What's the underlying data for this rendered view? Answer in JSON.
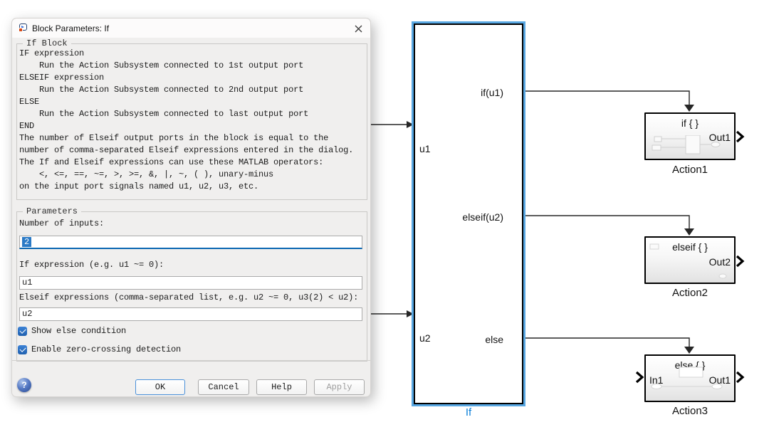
{
  "dialog": {
    "title": "Block Parameters: If",
    "if_block_group": {
      "legend": "If Block",
      "description_lines": [
        "IF expression",
        "    Run the Action Subsystem connected to 1st output port",
        "ELSEIF expression",
        "    Run the Action Subsystem connected to 2nd output port",
        "ELSE",
        "    Run the Action Subsystem connected to last output port",
        "END",
        "The number of Elseif output ports in the block is equal to the",
        "number of comma-separated Elseif expressions entered in the dialog.",
        "The If and Elseif expressions can use these MATLAB operators:",
        "    <, <=, ==, ~=, >, >=, &, |, ~, ( ), unary-minus",
        "on the input port signals named u1, u2, u3, etc."
      ]
    },
    "parameters_group": {
      "legend": "Parameters",
      "fields": [
        {
          "label": "Number of inputs:",
          "value": "2"
        },
        {
          "label": "If expression (e.g. u1 ~= 0):",
          "value": "u1"
        },
        {
          "label": "Elseif expressions (comma-separated list, e.g. u2 ~= 0, u3(2) < u2):",
          "value": "u2"
        }
      ],
      "checkboxes": [
        {
          "label": "Show else condition",
          "checked": true
        },
        {
          "label": "Enable zero-crossing detection",
          "checked": true
        }
      ]
    },
    "footer": {
      "help_icon_glyph": "?",
      "buttons": [
        {
          "label": "OK"
        },
        {
          "label": "Cancel"
        },
        {
          "label": "Help"
        },
        {
          "label": "Apply",
          "disabled": true
        }
      ]
    }
  },
  "diagram": {
    "if_block": {
      "name": "If",
      "inputs": [
        "u1",
        "u2"
      ],
      "outputs": [
        "if(u1)",
        "elseif(u2)",
        "else"
      ]
    },
    "actions": [
      {
        "name": "Action1",
        "tag": "if { }",
        "output": "Out1"
      },
      {
        "name": "Action2",
        "tag": "elseif { }",
        "output": "Out2"
      },
      {
        "name": "Action3",
        "tag": "else { }",
        "input": "In1",
        "output": "Out1"
      }
    ]
  },
  "colors": {
    "selection_blue": "#58a7e2",
    "block_name_blue": "#0d80d8",
    "checkbox_blue": "#2d74c4",
    "focus_blue": "#0a67b2",
    "wire": "#262626"
  }
}
